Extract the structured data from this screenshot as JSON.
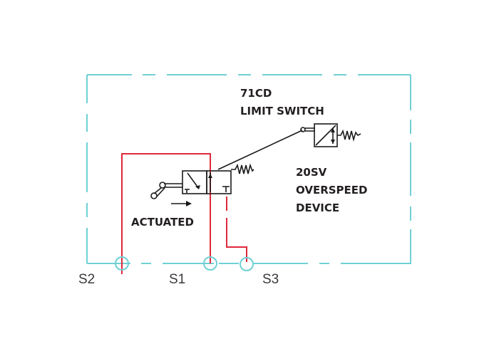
{
  "diagram": {
    "type": "pneumatic-schematic",
    "components": {
      "limit_switch": {
        "id": "71CD",
        "name": "LIMIT SWITCH"
      },
      "overspeed_device": {
        "id": "20SV",
        "name": "OVERSPEED",
        "name_line2": "DEVICE"
      },
      "valve_state": "ACTUATED"
    },
    "ports": [
      {
        "id": "s2",
        "label": "S2"
      },
      {
        "id": "s1",
        "label": "S1"
      },
      {
        "id": "s3",
        "label": "S3"
      }
    ],
    "colors": {
      "boundary": "#6fd0d4",
      "air_line": "#e0283c",
      "symbol": "#1a1a1a",
      "text": "#231f20"
    }
  }
}
